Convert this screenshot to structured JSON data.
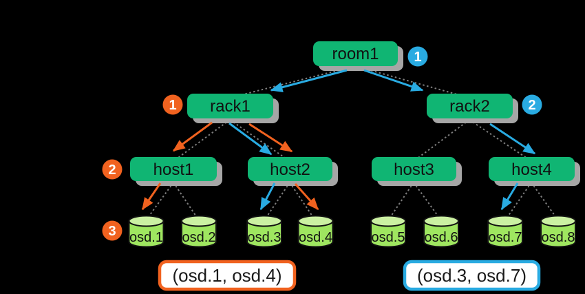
{
  "colors": {
    "bg": "#000000",
    "node-fill": "#10B573",
    "node-text": "#111111",
    "shadow": "#A6A6A6",
    "edge": "#7E7E7E",
    "orange": "#F1621F",
    "blue": "#29ABE2",
    "osd-body": "#9FE660",
    "osd-top": "#CBF1A2",
    "osd-stroke": "#111111",
    "badge-text": "#FFFFFF",
    "result-fill": "#FFFFFF",
    "result-text": "#1A1A1A"
  },
  "tree": {
    "root": {
      "label": "room1"
    },
    "racks": [
      {
        "label": "rack1"
      },
      {
        "label": "rack2"
      }
    ],
    "hosts": [
      {
        "label": "host1"
      },
      {
        "label": "host2"
      },
      {
        "label": "host3"
      },
      {
        "label": "host4"
      }
    ],
    "osds": [
      {
        "label": "osd.1"
      },
      {
        "label": "osd.2"
      },
      {
        "label": "osd.3"
      },
      {
        "label": "osd.4"
      },
      {
        "label": "osd.5"
      },
      {
        "label": "osd.6"
      },
      {
        "label": "osd.7"
      },
      {
        "label": "osd.8"
      }
    ]
  },
  "badges": {
    "orange": [
      {
        "label": "1"
      },
      {
        "label": "2"
      },
      {
        "label": "3"
      }
    ],
    "blue": [
      {
        "label": "1"
      },
      {
        "label": "2"
      }
    ]
  },
  "results": {
    "orange": {
      "label": "(osd.1, osd.4)"
    },
    "blue": {
      "label": "(osd.3, osd.7)"
    }
  }
}
